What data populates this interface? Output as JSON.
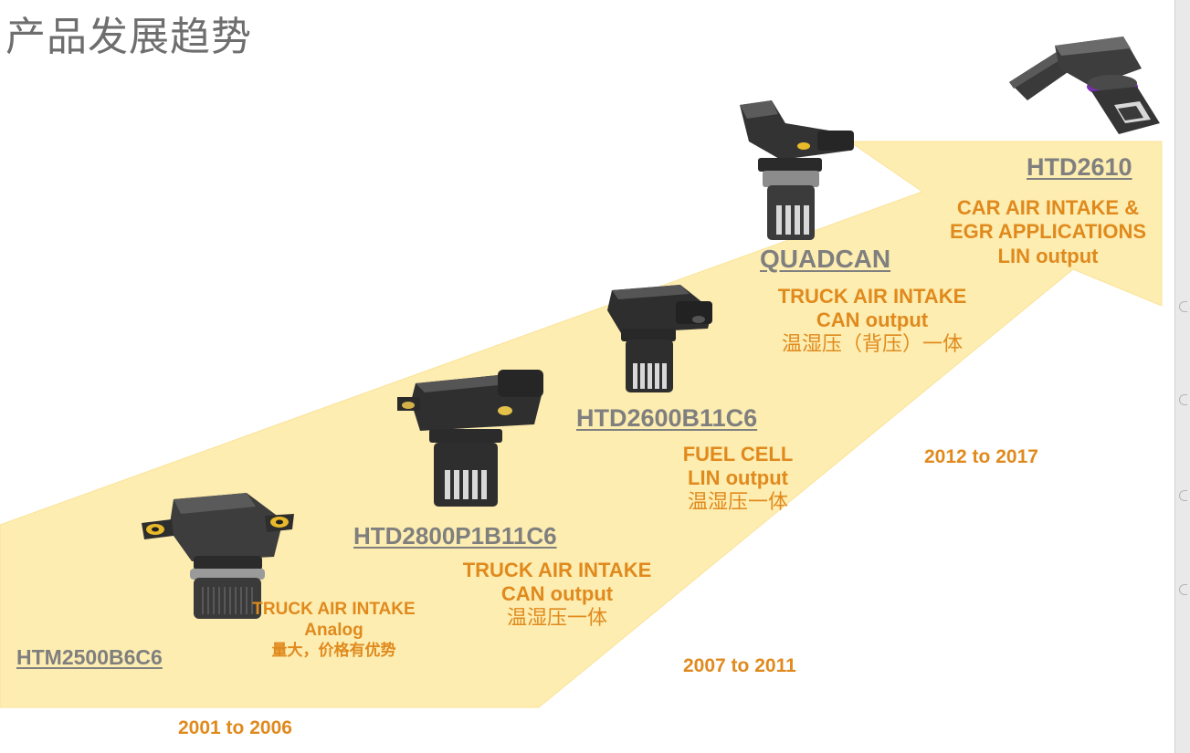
{
  "title": "产品发展趋势",
  "colors": {
    "band": "#fdedb0",
    "accent": "#e08a1e",
    "model": "#7f7f7f",
    "title": "#6e6e6e"
  },
  "products": [
    {
      "model": "HTM2500B6C6",
      "lines": [
        "TRUCK AIR INTAKE",
        "Analog",
        "量大，价格有优势"
      ]
    },
    {
      "model": "HTD2800P1B11C6",
      "lines": [
        "TRUCK AIR INTAKE",
        "CAN output",
        "温湿压一体"
      ]
    },
    {
      "model": "HTD2600B11C6",
      "lines": [
        "FUEL CELL",
        "LIN output",
        "温湿压一体"
      ]
    },
    {
      "model": "QUADCAN",
      "lines": [
        "TRUCK AIR INTAKE",
        "CAN output",
        "温湿压（背压）一体"
      ]
    },
    {
      "model": "HTD2610",
      "lines": [
        "CAR AIR INTAKE &",
        "EGR APPLICATIONS",
        "LIN output"
      ]
    }
  ],
  "periods": [
    "2001 to 2006",
    "2007 to 2011",
    "2012 to 2017"
  ]
}
